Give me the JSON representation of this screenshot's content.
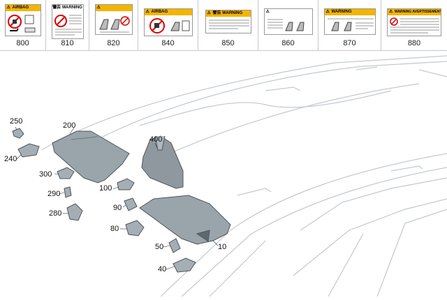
{
  "header": {
    "cells": [
      {
        "number": "800",
        "sticker_title": "AIRBAG",
        "icon": "airbag-no-child-seat-icon"
      },
      {
        "number": "810",
        "sticker_title": "警告 WARNING",
        "icon": "airbag-warning-label-icon"
      },
      {
        "number": "820",
        "sticker_title": "",
        "icon": "child-seat-instructions-icon"
      },
      {
        "number": "840",
        "sticker_title": "AIRBAG",
        "icon": "airbag-no-child-seat-icon"
      },
      {
        "number": "850",
        "sticker_title": "警告 WARNING",
        "icon": "warning-text-label-icon"
      },
      {
        "number": "860",
        "sticker_title": "",
        "icon": "seat-instructions-icon"
      },
      {
        "number": "870",
        "sticker_title": "WARNING",
        "icon": "warning-seat-label-icon"
      },
      {
        "number": "880",
        "sticker_title": "WARNING AVERTISSEMENT",
        "icon": "bilingual-warning-label-icon"
      }
    ]
  },
  "diagram": {
    "part_numbers": [
      "250",
      "200",
      "240",
      "300",
      "290",
      "280",
      "400",
      "100",
      "90",
      "80",
      "50",
      "40",
      "10"
    ]
  },
  "colors": {
    "part_fill": "#9aa4ab",
    "part_stroke": "#4d565d",
    "car_line": "#c3c9ce"
  }
}
